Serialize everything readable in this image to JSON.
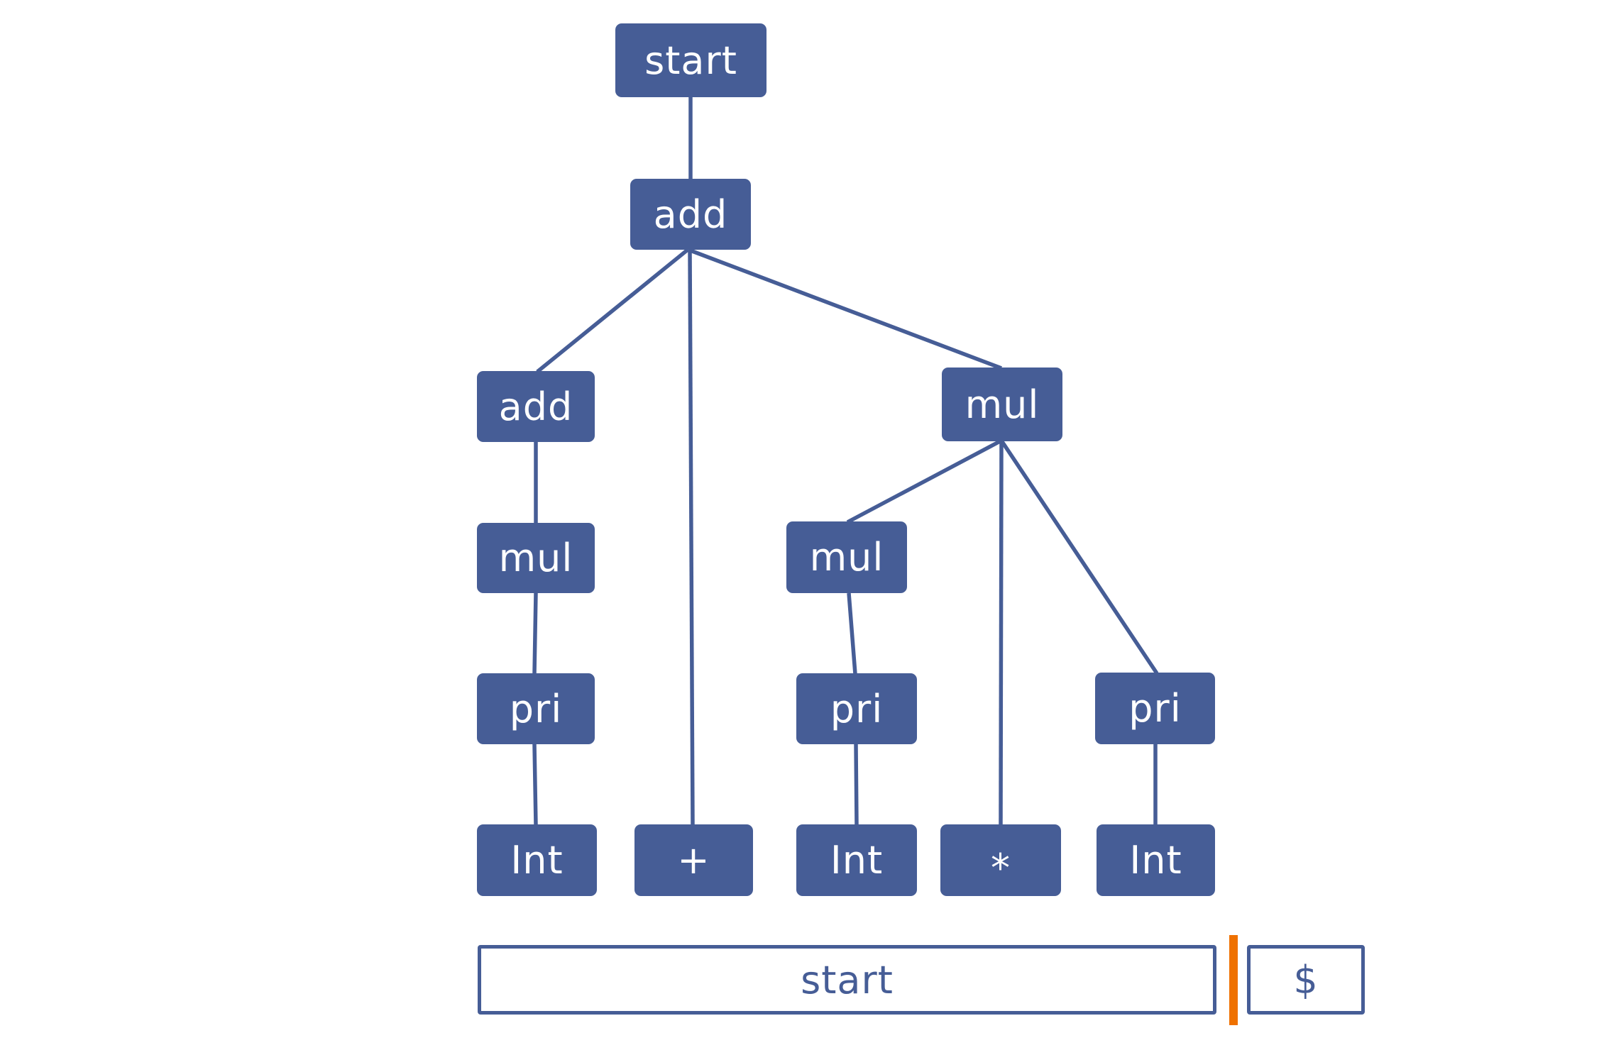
{
  "diagram": {
    "kind": "parse-tree",
    "nodes": {
      "start_root": "start",
      "add_root": "add",
      "add_left": "add",
      "mul_right": "mul",
      "mul_left": "mul",
      "mul_mid": "mul",
      "pri_left": "pri",
      "pri_mid": "pri",
      "pri_right": "pri",
      "int_left": "Int",
      "plus": "+",
      "int_mid": "Int",
      "star": "*",
      "int_right": "Int"
    },
    "edges": [
      [
        "start_root",
        "add_root"
      ],
      [
        "add_root",
        "add_left"
      ],
      [
        "add_root",
        "plus"
      ],
      [
        "add_root",
        "mul_right"
      ],
      [
        "add_left",
        "mul_left"
      ],
      [
        "mul_left",
        "pri_left"
      ],
      [
        "pri_left",
        "int_left"
      ],
      [
        "mul_right",
        "mul_mid"
      ],
      [
        "mul_right",
        "star"
      ],
      [
        "mul_right",
        "pri_right"
      ],
      [
        "mul_mid",
        "pri_mid"
      ],
      [
        "pri_mid",
        "int_mid"
      ],
      [
        "pri_right",
        "int_right"
      ]
    ],
    "input_bar": {
      "text": "start",
      "end_marker": "$"
    },
    "colors": {
      "primary_blue": "#465d96",
      "node_text": "#ffffff",
      "cursor_orange": "#ef7100",
      "background": "#ffffff"
    }
  }
}
